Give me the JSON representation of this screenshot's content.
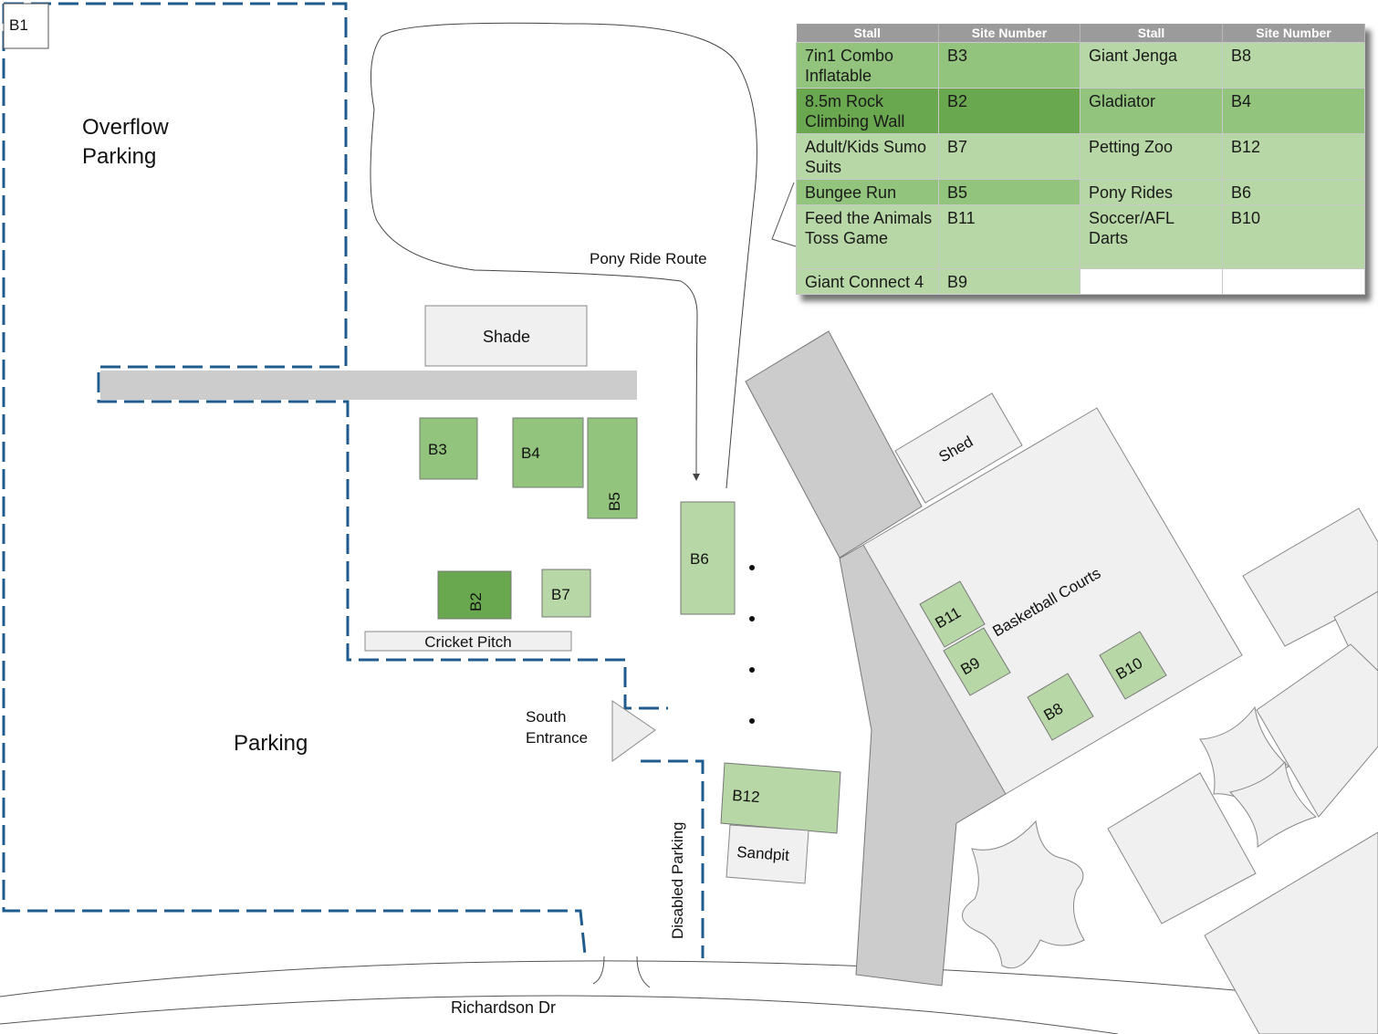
{
  "labels": {
    "overflow_line1": "Overflow",
    "overflow_line2": "Parking",
    "parking": "Parking",
    "shade": "Shade",
    "cricket_pitch": "Cricket Pitch",
    "pony_route": "Pony Ride Route",
    "south_line1": "South",
    "south_line2": "Entrance",
    "disabled_parking": "Disabled Parking",
    "sandpit": "Sandpit",
    "shed": "Shed",
    "basketball_courts": "Basketball Courts",
    "road": "Richardson Dr"
  },
  "sites": {
    "b1": "B1",
    "b2": "B2",
    "b3": "B3",
    "b4": "B4",
    "b5": "B5",
    "b6": "B6",
    "b7": "B7",
    "b8": "B8",
    "b9": "B9",
    "b10": "B10",
    "b11": "B11",
    "b12": "B12"
  },
  "colors": {
    "site_light": "#b7d7a6",
    "site_mid": "#93c47d",
    "site_dark": "#6aa84f",
    "boundary": "#1f5b8d",
    "structure": "#f0f0f0",
    "path_gray": "#cccccc"
  },
  "legend": {
    "headers": [
      "Stall",
      "Site Number",
      "Stall",
      "Site Number"
    ],
    "rows": [
      {
        "stall1": "7in1 Combo Inflatable",
        "site1": "B3",
        "stall2": "Giant Jenga",
        "site2": "B8"
      },
      {
        "stall1": "8.5m Rock Climbing Wall",
        "site1": "B2",
        "stall2": "Gladiator",
        "site2": "B4"
      },
      {
        "stall1": "Adult/Kids Sumo Suits",
        "site1": "B7",
        "stall2": "Petting Zoo",
        "site2": "B12"
      },
      {
        "stall1": "Bungee Run",
        "site1": "B5",
        "stall2": "Pony Rides",
        "site2": "B6"
      },
      {
        "stall1": "Feed the Animals Toss Game",
        "site1": "B11",
        "stall2": "Soccer/AFL Darts",
        "site2": "B10"
      },
      {
        "stall1": "Giant Connect 4",
        "site1": "B9",
        "stall2": "",
        "site2": ""
      }
    ]
  }
}
